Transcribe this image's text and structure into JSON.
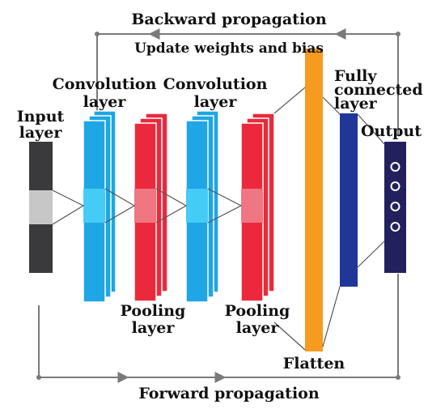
{
  "labels": {
    "backward_title": "Backward propagation",
    "backward_subtitle": "Update weights and bias",
    "forward_title": "Forward propagation",
    "input_layer": [
      "Input",
      "layer"
    ],
    "conv1": [
      "Convolution",
      "layer"
    ],
    "conv2": [
      "Convolution",
      "layer"
    ],
    "pool1": [
      "Pooling",
      "layer"
    ],
    "pool2": [
      "Pooling",
      "layer"
    ],
    "fully_connected": [
      "Fully",
      "connected",
      "layer"
    ],
    "output": "Output",
    "flatten": "Flatten"
  },
  "colors": {
    "input": "#3a3a3c",
    "input_highlight": "#c7c7c7",
    "conv": "#1ea6e6",
    "conv_highlight": "#44ccf7",
    "pool": "#ea2a3c",
    "pool_highlight": "#f07681",
    "flatten": "#f59b1f",
    "fully_connected": "#1e3799",
    "output": "#22215e",
    "arrow": "#7a7a7a"
  },
  "icons": {
    "output_nodes": [
      "output-node-icon",
      "output-node-icon",
      "output-node-icon",
      "output-node-icon"
    ]
  }
}
